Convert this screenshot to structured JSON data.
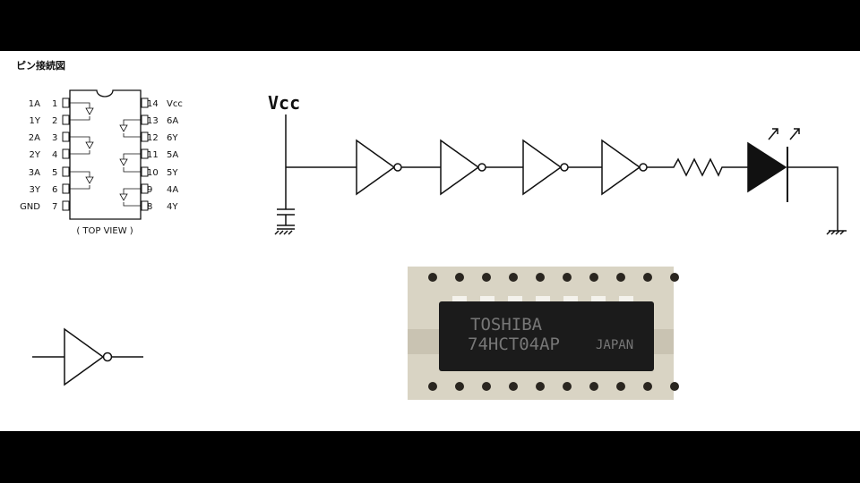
{
  "pin_diagram": {
    "title": "ピン接続図",
    "view_label": "( TOP VIEW )",
    "left_pins": [
      {
        "name": "1A",
        "num": "1"
      },
      {
        "name": "1Y",
        "num": "2"
      },
      {
        "name": "2A",
        "num": "3"
      },
      {
        "name": "2Y",
        "num": "4"
      },
      {
        "name": "3A",
        "num": "5"
      },
      {
        "name": "3Y",
        "num": "6"
      },
      {
        "name": "GND",
        "num": "7"
      }
    ],
    "right_pins": [
      {
        "num": "14",
        "name": "Vcc"
      },
      {
        "num": "13",
        "name": "6A"
      },
      {
        "num": "12",
        "name": "6Y"
      },
      {
        "num": "11",
        "name": "5A"
      },
      {
        "num": "10",
        "name": "5Y"
      },
      {
        "num": "9",
        "name": "4A"
      },
      {
        "num": "8",
        "name": "4Y"
      }
    ]
  },
  "circuit": {
    "supply_label": "Vcc",
    "inverter_count": 4
  },
  "chip_photo": {
    "brand": "TOSHIBA",
    "part_number": "74HCT04AP",
    "origin": "JAPAN"
  },
  "colors": {
    "frame": "#000000",
    "background": "#ffffff",
    "line": "#111111",
    "board": "#d9d4c4",
    "chip": "#1b1b1b"
  }
}
